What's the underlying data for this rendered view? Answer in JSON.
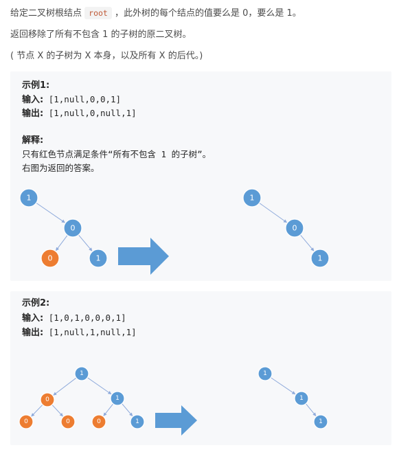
{
  "intro": {
    "line1_before": "给定二叉树根结点",
    "line1_code": "root",
    "line1_after": "，此外树的每个结点的值要么是 0，要么是 1。",
    "line2": "返回移除了所有不包含 1 的子树的原二叉树。",
    "line3": "( 节点 X 的子树为 X 本身，以及所有 X 的后代。)"
  },
  "example1": {
    "title": "示例1:",
    "input_label": "输入:",
    "input_value": " [1,null,0,0,1]",
    "output_label": "输出:",
    "output_value": " [1,null,0,null,1]",
    "explain_label": "解释:",
    "explain_line1": "只有红色节点满足条件“所有不包含 1 的子树”。",
    "explain_line2": "右图为返回的答案。"
  },
  "example2": {
    "title": "示例2:",
    "input_label": "输入:",
    "input_value": " [1,0,1,0,0,0,1]",
    "output_label": "输出:",
    "output_value": " [1,null,1,null,1]"
  },
  "colors": {
    "blue_node": "#5b9bd5",
    "orange_node": "#ed7d31",
    "edge": "#8eaadb",
    "arrow": "#5b9bd5",
    "example_bg": "#f7f8fa",
    "code_text": "#c05a37"
  },
  "diagrams": {
    "ex1_left": {
      "nodes": [
        {
          "id": "a",
          "label": "1",
          "color": "blue"
        },
        {
          "id": "b",
          "label": "0",
          "color": "blue"
        },
        {
          "id": "c",
          "label": "0",
          "color": "orange"
        },
        {
          "id": "d",
          "label": "1",
          "color": "blue"
        }
      ],
      "edges": [
        [
          "a",
          "b"
        ],
        [
          "b",
          "c"
        ],
        [
          "b",
          "d"
        ]
      ]
    },
    "ex1_right": {
      "nodes": [
        {
          "id": "a",
          "label": "1",
          "color": "blue"
        },
        {
          "id": "b",
          "label": "0",
          "color": "blue"
        },
        {
          "id": "d",
          "label": "1",
          "color": "blue"
        }
      ],
      "edges": [
        [
          "a",
          "b"
        ],
        [
          "b",
          "d"
        ]
      ]
    },
    "ex2_left": {
      "nodes": [
        {
          "id": "r",
          "label": "1",
          "color": "blue"
        },
        {
          "id": "l",
          "label": "0",
          "color": "orange"
        },
        {
          "id": "rr",
          "label": "1",
          "color": "blue"
        },
        {
          "id": "ll",
          "label": "0",
          "color": "orange"
        },
        {
          "id": "lr",
          "label": "0",
          "color": "orange"
        },
        {
          "id": "rl",
          "label": "0",
          "color": "orange"
        },
        {
          "id": "rrr",
          "label": "1",
          "color": "blue"
        }
      ],
      "edges": [
        [
          "r",
          "l"
        ],
        [
          "r",
          "rr"
        ],
        [
          "l",
          "ll"
        ],
        [
          "l",
          "lr"
        ],
        [
          "rr",
          "rl"
        ],
        [
          "rr",
          "rrr"
        ]
      ]
    },
    "ex2_right": {
      "nodes": [
        {
          "id": "r",
          "label": "1",
          "color": "blue"
        },
        {
          "id": "rr",
          "label": "1",
          "color": "blue"
        },
        {
          "id": "rrr",
          "label": "1",
          "color": "blue"
        }
      ],
      "edges": [
        [
          "r",
          "rr"
        ],
        [
          "rr",
          "rrr"
        ]
      ]
    }
  }
}
